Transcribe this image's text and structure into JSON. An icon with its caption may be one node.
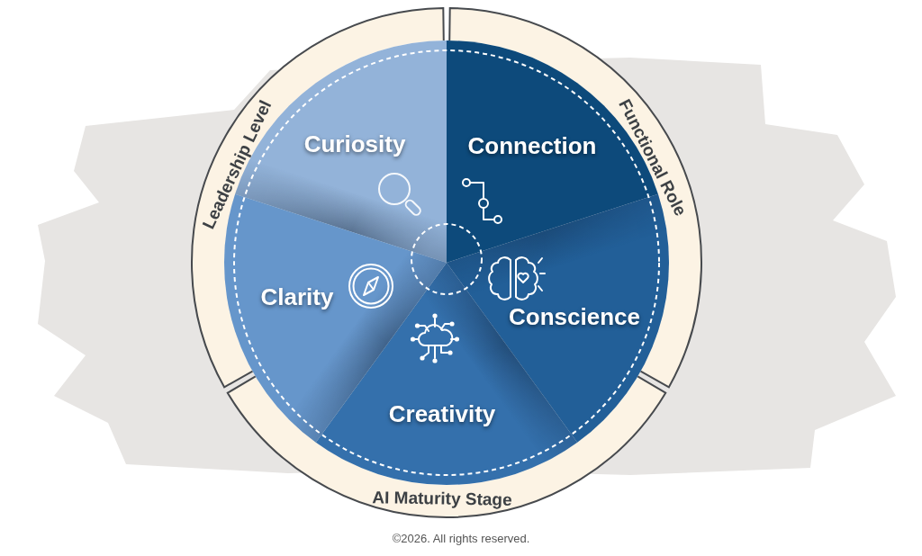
{
  "diagram": {
    "nodes": [
      {
        "text": [
          "Curiosity"
        ]
      },
      {
        "text": [
          "Connection"
        ]
      },
      {
        "text": [
          "Conscience"
        ]
      },
      {
        "text": [
          "Creativity"
        ]
      },
      {
        "text": [
          "Clarity"
        ]
      },
      {
        "text": [
          "Leadership Level"
        ]
      },
      {
        "text": [
          "Functional Role"
        ]
      },
      {
        "text": [
          "AI Maturity Stage"
        ]
      }
    ],
    "labels": [
      "©2026. All rights reserved."
    ]
  }
}
